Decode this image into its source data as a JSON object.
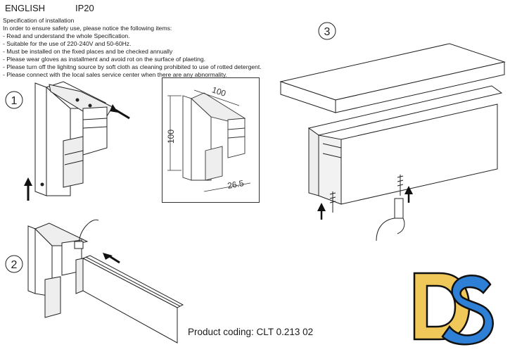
{
  "header": {
    "language": "ENGLISH",
    "rating": "IP20"
  },
  "spec": {
    "title": "Specification of installation",
    "intro": "In order to ensure safety use, please notice the following items:",
    "items": [
      "- Read and understand the whole Specification.",
      "- Suitable for the use of 220-240V and 50-60Hz.",
      "- Must be installed on the fixed places and be checked annually",
      "- Please wear gloves as installment and avoid rot on the surface of plaeting.",
      "- Please turn off the lighitng source by soft cloth as cleaning prohibited to use of rotted detergent.",
      "- Please connect with the local sales service center when there are any abnormality."
    ]
  },
  "steps": {
    "one": "1",
    "two": "2",
    "three": "3"
  },
  "dimensions": {
    "width": "100",
    "height": "100",
    "depth": "26.5"
  },
  "product_coding": "Product coding: CLT 0.213 02",
  "logo": {
    "text": "DS",
    "colors": {
      "d": "#F0C85A",
      "s": "#2E7FD6",
      "outline": "#111111"
    }
  }
}
